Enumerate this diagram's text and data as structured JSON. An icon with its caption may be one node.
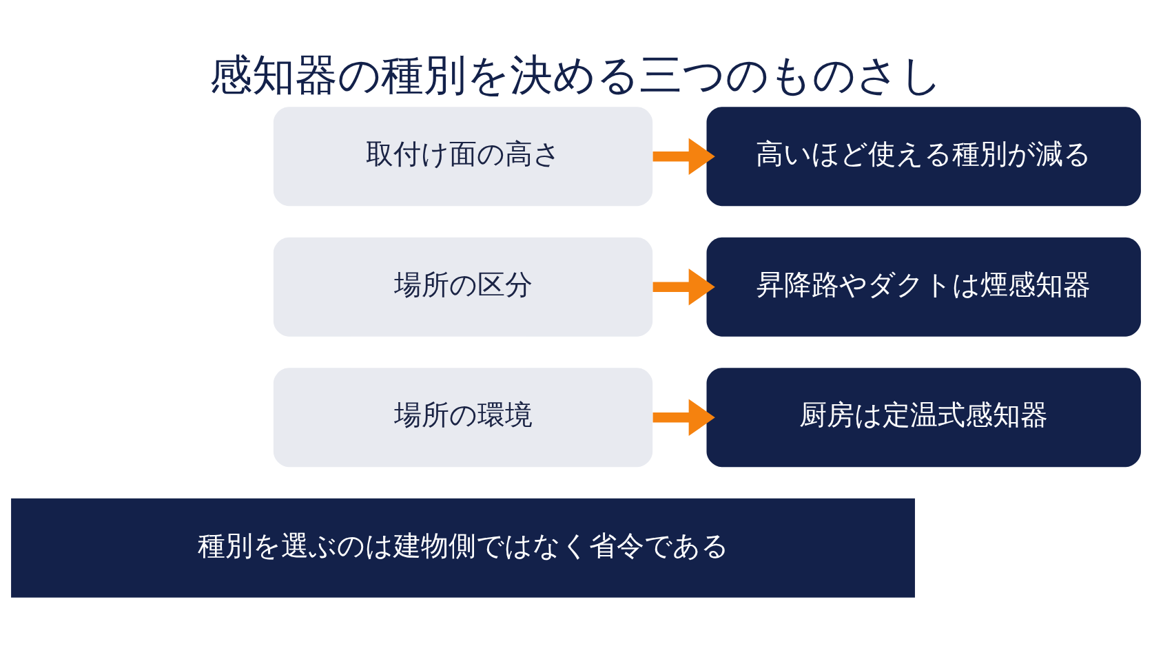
{
  "diagram": {
    "title": "感知器の種別を決める三つのものさし",
    "nodes": [
      {
        "text": [
          "取付け面の高さ"
        ]
      },
      {
        "text": [
          "高いほど使える種別が減る"
        ]
      },
      {
        "text": [
          "場所の区分"
        ]
      },
      {
        "text": [
          "昇降路やダクトは煙感知器"
        ]
      },
      {
        "text": [
          "場所の環境"
        ]
      },
      {
        "text": [
          "厨房は定温式感知器"
        ]
      },
      {
        "text": [
          "種別を選ぶのは建物側ではなく省令である"
        ]
      }
    ],
    "edges": [
      {
        "from": 0,
        "to": 1,
        "arrow": "to"
      },
      {
        "from": 2,
        "to": 3,
        "arrow": "to"
      },
      {
        "from": 4,
        "to": 5,
        "arrow": "to"
      }
    ]
  }
}
